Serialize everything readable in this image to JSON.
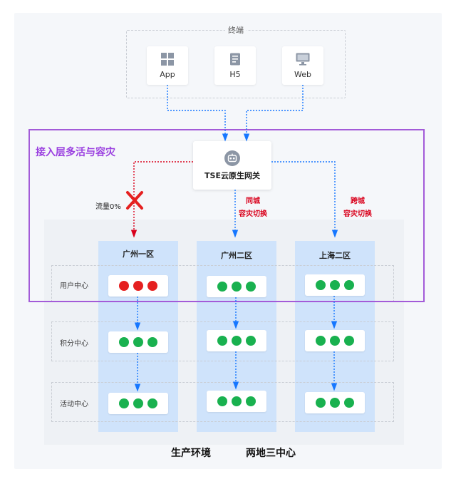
{
  "terminal": {
    "label": "终端",
    "clients": [
      {
        "label": "App",
        "icon": "grid-icon"
      },
      {
        "label": "H5",
        "icon": "document-icon"
      },
      {
        "label": "Web",
        "icon": "monitor-icon"
      }
    ]
  },
  "access_layer": {
    "title": "接入层多活与容灾"
  },
  "gateway": {
    "label": "TSE云原生网关",
    "icon": "gateway-icon"
  },
  "routes": {
    "flow_label": "流量0%",
    "same_city": [
      "同城",
      "容灾切换"
    ],
    "cross_city": [
      "跨城",
      "容灾切换"
    ]
  },
  "zones": [
    {
      "title": "广州一区"
    },
    {
      "title": "广州二区"
    },
    {
      "title": "上海二区"
    }
  ],
  "rows": [
    {
      "label": "用户中心"
    },
    {
      "label": "积分中心"
    },
    {
      "label": "活动中心"
    }
  ],
  "footer": {
    "left": "生产环境",
    "right": "两地三中心"
  },
  "colors": {
    "healthy": "#19b14f",
    "failed": "#e52020",
    "access_border": "#a35bd8",
    "blue_arrow": "#1677ff",
    "red_arrow": "#d9001b"
  }
}
